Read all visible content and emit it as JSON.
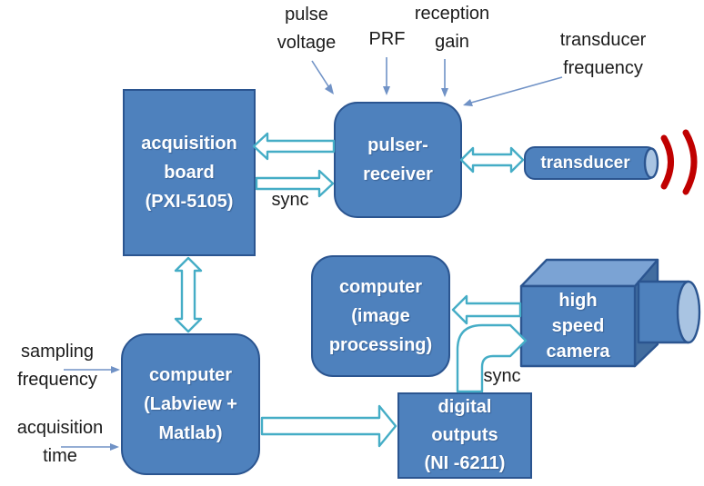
{
  "colors": {
    "node_fill": "#4e81bd",
    "node_border": "#2b5590",
    "node_text": "#ffffff",
    "label_text": "#1c1c1c",
    "arrow_outline": "#45adc6",
    "thin_arrow": "#7092c6",
    "sound_wave": "#c00000",
    "camera_top_face": "#7ba3d4",
    "camera_side_face": "#426d9f",
    "lens_cap": "#a9c4e2"
  },
  "nodes": {
    "acquisition_board": {
      "line1": "acquisition",
      "line2": "board",
      "line3": "(PXI-5105)"
    },
    "pulser_receiver": {
      "line1": "pulser-",
      "line2": "receiver"
    },
    "transducer": {
      "line1": "transducer"
    },
    "computer_image": {
      "line1": "computer",
      "line2": "(image",
      "line3": "processing)"
    },
    "high_speed_camera": {
      "line1": "high",
      "line2": "speed",
      "line3": "camera"
    },
    "digital_outputs": {
      "line1": "digital",
      "line2": "outputs",
      "line3": "(NI -6211)"
    },
    "computer_labview": {
      "line1": "computer",
      "line2": "(Labview +",
      "line3": "Matlab)"
    }
  },
  "labels": {
    "pulse_voltage": {
      "line1": "pulse",
      "line2": "voltage"
    },
    "prf": {
      "line1": "PRF"
    },
    "reception_gain": {
      "line1": "reception",
      "line2": "gain"
    },
    "transducer_frequency": {
      "line1": "transducer",
      "line2": "frequency"
    },
    "sync_pulser": {
      "line1": "sync"
    },
    "sampling_frequency": {
      "line1": "sampling",
      "line2": "frequency"
    },
    "acquisition_time": {
      "line1": "acquisition",
      "line2": "time"
    },
    "sync_camera": {
      "line1": "sync"
    }
  }
}
